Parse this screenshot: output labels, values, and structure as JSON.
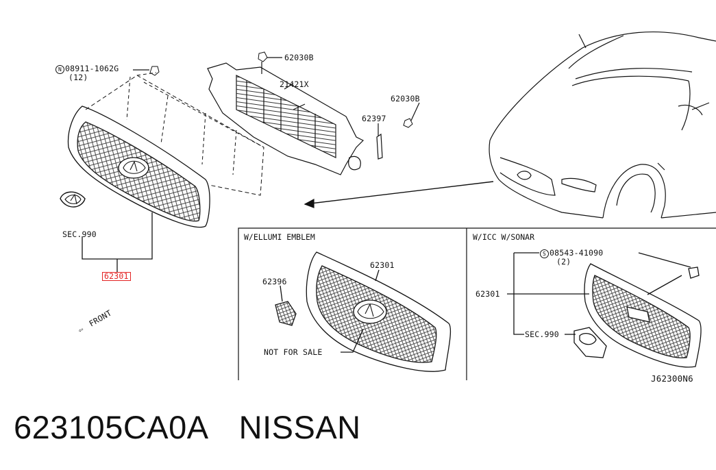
{
  "parts": {
    "bolt_main": "08911-1062G",
    "bolt_main_prefix": "N",
    "bolt_main_qty": "(12)",
    "clip_top": "62030B",
    "shutter": "21421X",
    "clip_right": "62030B",
    "bracket": "62397",
    "sec_main": "SEC.990",
    "grille_main_highlighted": "62301"
  },
  "front_arrow_label": "FRONT",
  "panel_ellumi": {
    "title": "W/ELLUMI EMBLEM",
    "grille": "62301",
    "cover": "62396",
    "not_for_sale": "NOT FOR SALE"
  },
  "panel_icc": {
    "title": "W/ICC W/SONAR",
    "screw_prefix": "S",
    "screw": "08543-41090",
    "screw_qty": "(2)",
    "grille": "62301",
    "sec": "SEC.990"
  },
  "diagram_id": "J62300N6",
  "caption": {
    "part_number": "623105CA0A",
    "brand": "NISSAN"
  },
  "colors": {
    "line": "#111111",
    "highlight": "#e32222"
  }
}
